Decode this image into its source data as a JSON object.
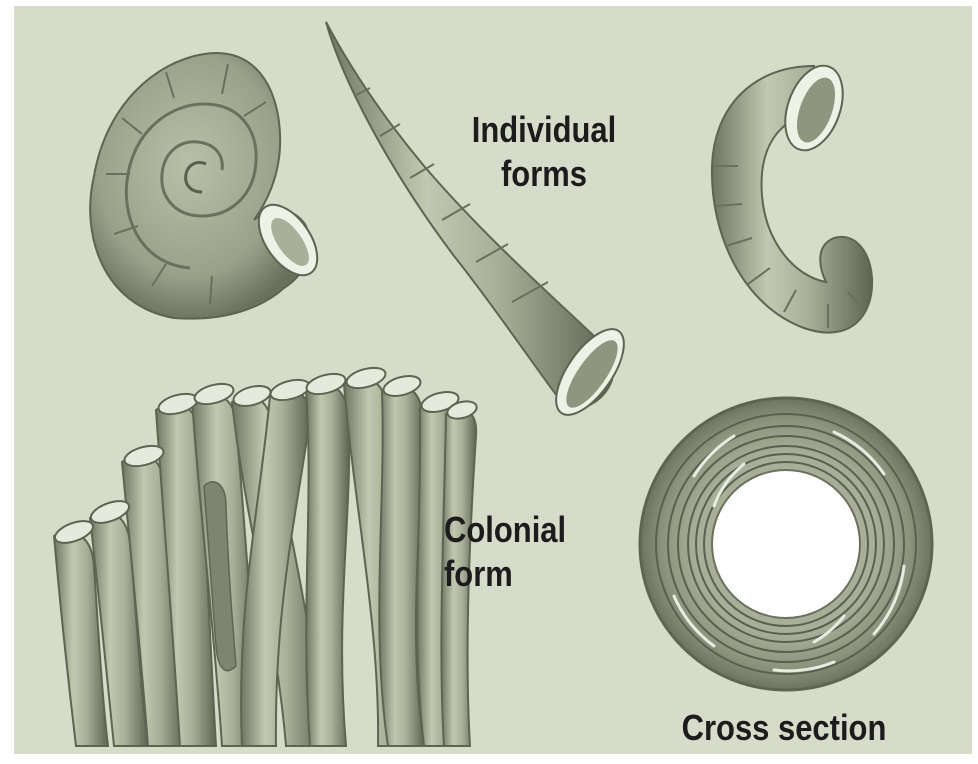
{
  "labels": {
    "individual_line1": "Individual",
    "individual_line2": "forms",
    "colonial_line1": "Colonial",
    "colonial_line2": "form",
    "cross_section": "Cross section"
  },
  "colors": {
    "background": "#d6dcc9",
    "tube_light": "#c6ccb4",
    "tube_mid": "#9aa08a",
    "tube_dark": "#5e6452",
    "text": "#1c1c1c"
  }
}
